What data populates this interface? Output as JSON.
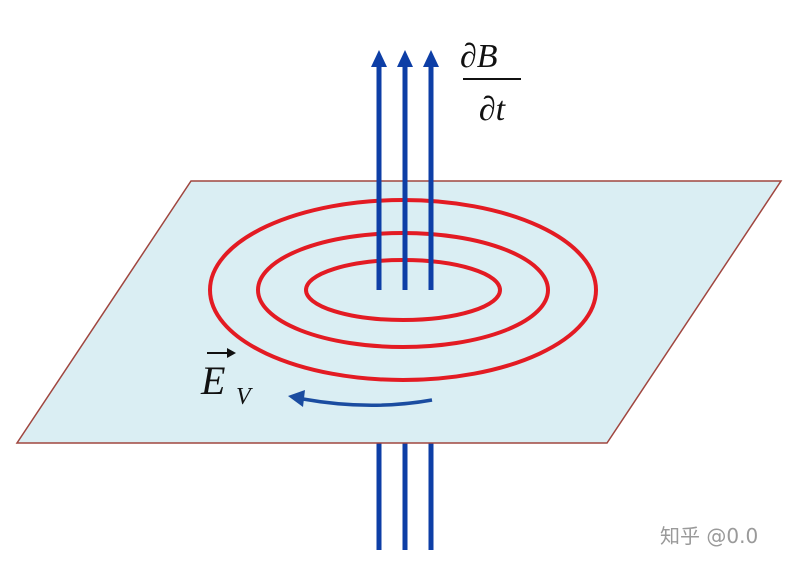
{
  "labels": {
    "dB": "∂B⃗",
    "dt": "∂t",
    "E": "E",
    "E_sub": "V",
    "watermark": "知乎 @0.0"
  },
  "colors": {
    "plane_fill": "#daeef3",
    "plane_edge": "#a0463f",
    "field_line": "#0d3ea6",
    "loop": "#e31b23",
    "circulation_arrow": "#1a4ca0"
  },
  "icons": {
    "b_field_arrowhead": "arrow-up-icon",
    "circulation": "curved-arrow-left-icon"
  }
}
